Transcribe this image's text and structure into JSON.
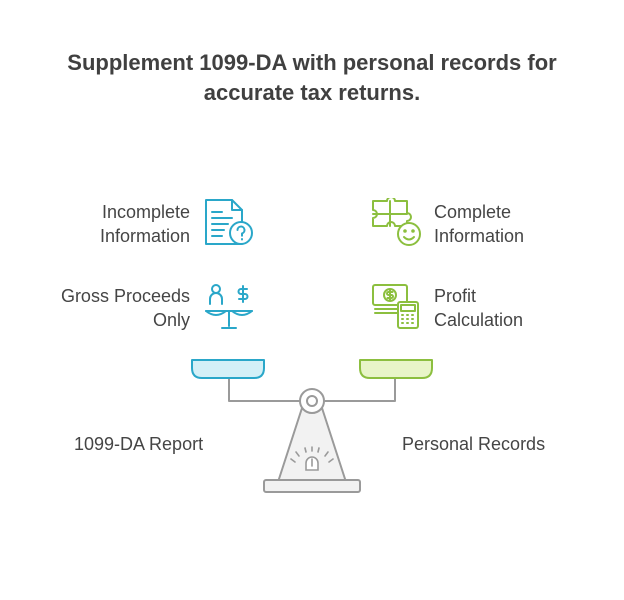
{
  "title": {
    "line1": "Supplement 1099-DA with personal records for",
    "line2": "accurate tax returns."
  },
  "left": {
    "item1": {
      "line1": "Incomplete",
      "line2": "Information",
      "icon": "document-question-icon"
    },
    "item2": {
      "line1": "Gross Proceeds",
      "line2": "Only",
      "icon": "person-dollar-scale-icon"
    },
    "pan_label": "1099-DA Report"
  },
  "right": {
    "item1": {
      "line1": "Complete",
      "line2": "Information",
      "icon": "puzzle-smile-icon"
    },
    "item2": {
      "line1": "Profit",
      "line2": "Calculation",
      "icon": "money-calculator-icon"
    },
    "pan_label": "Personal Records"
  },
  "colors": {
    "left_accent": "#2aa7c9",
    "left_fill": "#d4f0f7",
    "right_accent": "#8cbf3f",
    "right_fill": "#e8f5c8",
    "structure": "#9a9a9a"
  }
}
